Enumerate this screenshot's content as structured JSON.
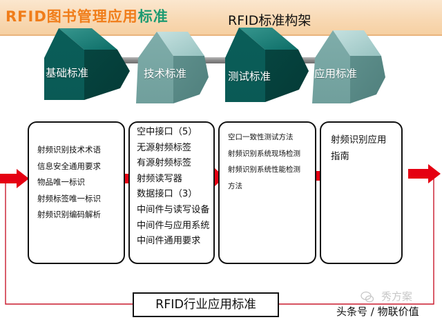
{
  "header": {
    "title_main": "RFID图书管理应用",
    "title_suffix": "标准",
    "subtitle": "RFID标准构架"
  },
  "cubes": [
    {
      "label": "基础标准"
    },
    {
      "label": "技术标准"
    },
    {
      "label": "测试标准"
    },
    {
      "label": "应用标准"
    }
  ],
  "columns": [
    {
      "items": [
        "射频识别技术术语",
        "信息安全通用要求",
        "物品唯一标识",
        "射频标签唯一标识",
        "射频识别编码解析"
      ]
    },
    {
      "items": [
        "空中接口（5）",
        "无源射频标签",
        "有源射频标签",
        "射频读写器",
        "数据接口（3）",
        "中间件与读写设备",
        "中间件与应用系统",
        "中间件通用要求"
      ]
    },
    {
      "items": [
        "空口一致性测试方法",
        "射频识别系统现场检测",
        "射频识别系统性能检测",
        "方法"
      ]
    },
    {
      "items": [
        "射频识别应用",
        "指南"
      ]
    }
  ],
  "footer": {
    "label": "RFID行业应用标准"
  },
  "watermark": {
    "name": "秀方案",
    "source": "头条号 / 物联价值"
  },
  "colors": {
    "title_orange": "#f07d1a",
    "title_green": "#1e9b72",
    "cube_dark": "#0c6d66",
    "cube_light": "#8fbdbb",
    "arrow_red": "#e50012",
    "loop_red": "#c9182b"
  }
}
